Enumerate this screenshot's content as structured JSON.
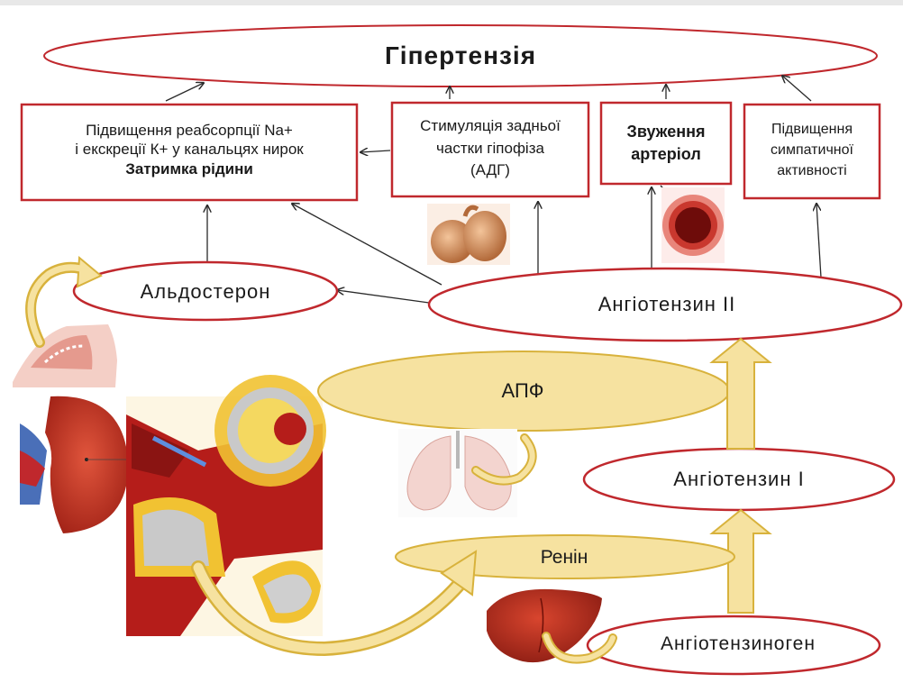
{
  "title": "Гіпертензія",
  "boxes": {
    "reabsorption": {
      "line1": "Підвищення реабсорпції Na+",
      "line2": "і екскреції К+ у канальцях нирок",
      "line3": "Затримка рідини"
    },
    "pituitary": {
      "line1": "Стимуляція задньої",
      "line2": "частки гіпофіза",
      "line3": "(АДГ)"
    },
    "arteriole": {
      "line1": "Звуження",
      "line2": "артеріол"
    },
    "sympathetic": {
      "line1": "Підвищення",
      "line2": "симпатичної",
      "line3": "активності"
    }
  },
  "nodes": {
    "aldosterone": "Альдостерон",
    "angiotensin2": "Ангіотензин II",
    "ace": "АПФ",
    "angiotensin1": "Ангіотензин I",
    "renin": "Ренін",
    "angiotensinogen": "Ангіотензиноген"
  },
  "colors": {
    "outline": "#c0282d",
    "yellow_fill": "#f6e2a0",
    "yellow_stroke": "#d8b23c",
    "arrow": "#2a2a2a",
    "organ_red": "#b8261c",
    "organ_pink": "#f2b6a0"
  },
  "icons": [
    "adrenal-gland-icon",
    "kidney-icon",
    "nephron-icon",
    "lungs-icon",
    "liver-icon",
    "pituitary-icon",
    "arteriole-cross-section-icon"
  ]
}
